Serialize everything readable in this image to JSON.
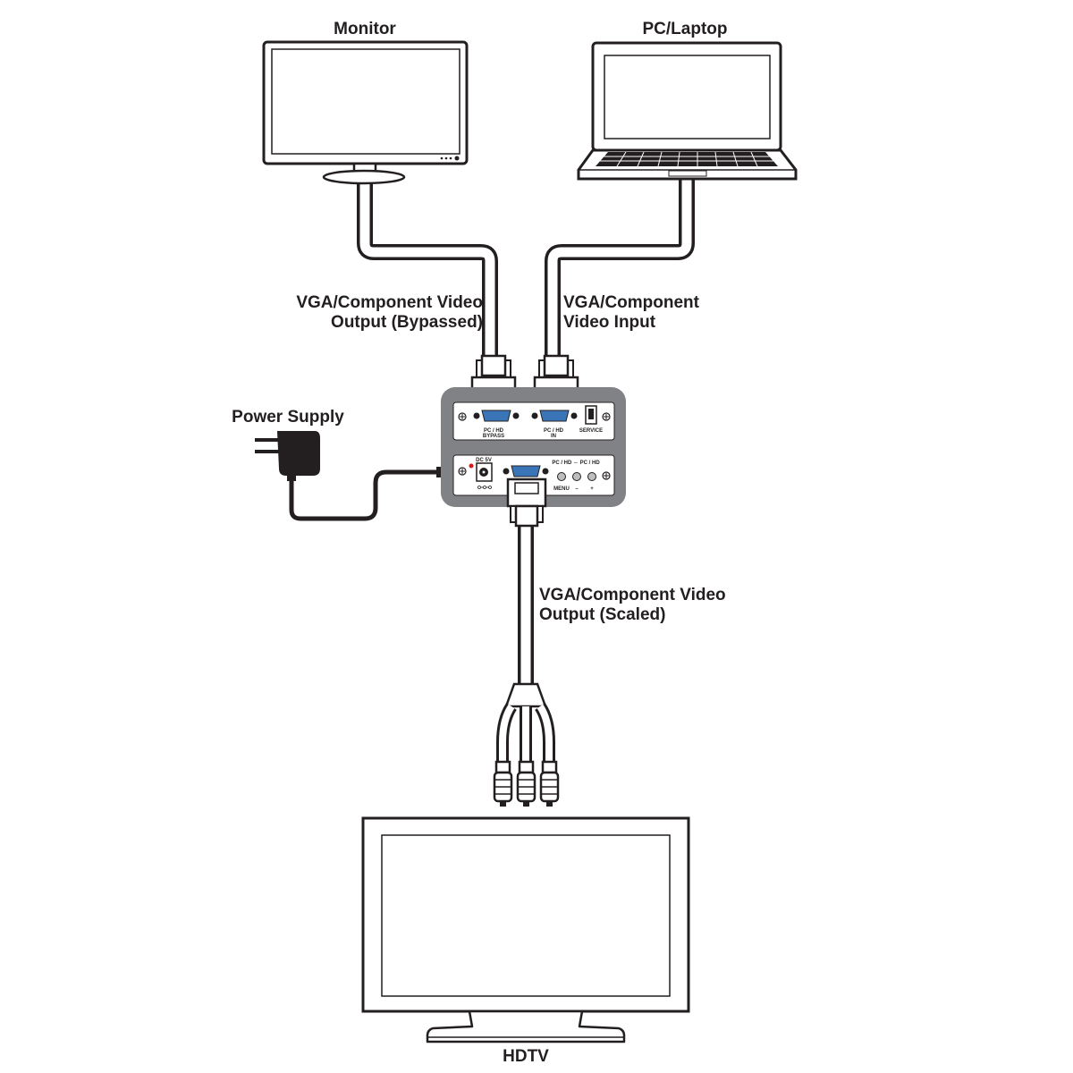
{
  "devices": {
    "monitor": "Monitor",
    "pc": "PC/Laptop",
    "power": "Power Supply",
    "hdtv": "HDTV"
  },
  "cables": {
    "bypass_line1": "VGA/Component Video",
    "bypass_line2": "Output (Bypassed)",
    "input_line1": "VGA/Component",
    "input_line2": "Video Input",
    "scaled_line1": "VGA/Component Video",
    "scaled_line2": "Output (Scaled)"
  },
  "unit": {
    "top_panel": {
      "bypass_port_line1": "PC / HD",
      "bypass_port_line2": "BYPASS",
      "in_port_line1": "PC / HD",
      "in_port_line2": "IN",
      "service": "SERVICE"
    },
    "bottom_panel": {
      "dc": "DC 5V",
      "mode": "PC / HD ⇔ PC / HD",
      "menu": "MENU",
      "minus": "–",
      "plus": "+"
    }
  }
}
